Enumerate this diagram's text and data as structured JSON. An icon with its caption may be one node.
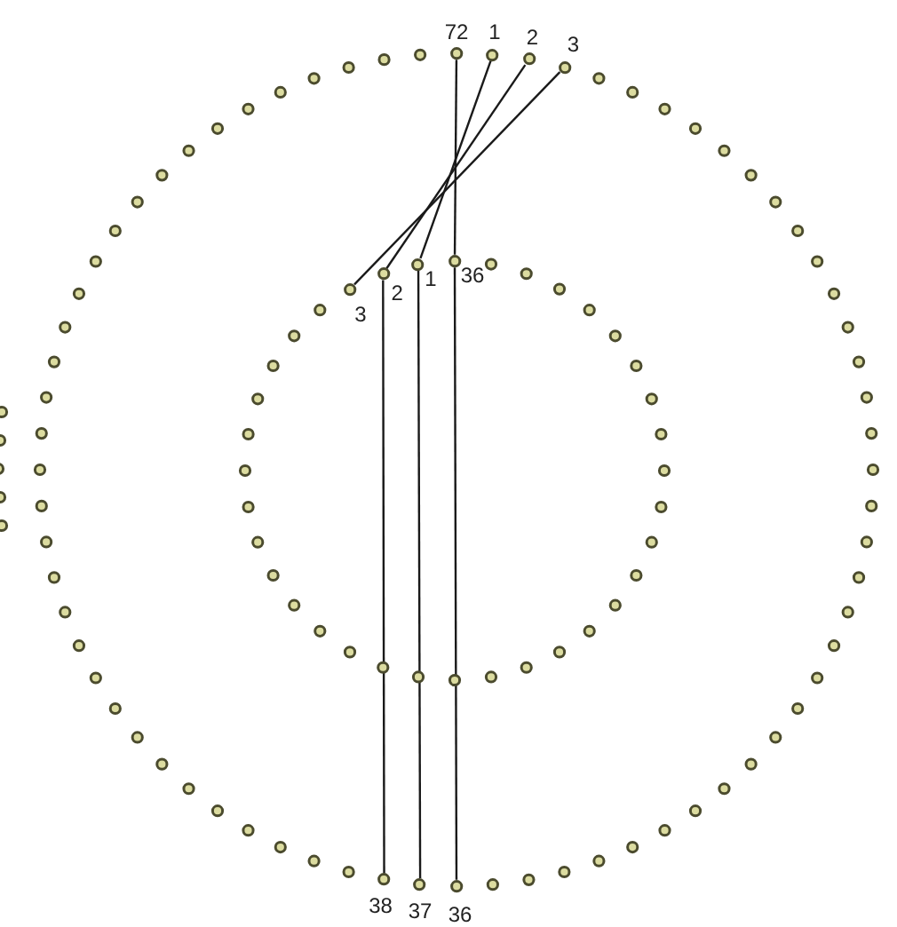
{
  "diagram": {
    "nodes": [
      {
        "text": [],
        "shape": "circle",
        "beside": [
          "72"
        ]
      },
      {
        "text": [],
        "shape": "circle",
        "beside": [
          "1"
        ]
      },
      {
        "text": [],
        "shape": "circle",
        "beside": [
          "2"
        ]
      },
      {
        "text": [],
        "shape": "circle",
        "beside": [
          "3"
        ]
      },
      {
        "text": [],
        "shape": "circle",
        "beside": [
          "3"
        ]
      },
      {
        "text": [],
        "shape": "circle",
        "beside": [
          "2"
        ]
      },
      {
        "text": [],
        "shape": "circle",
        "beside": [
          "1"
        ]
      },
      {
        "text": [],
        "shape": "circle",
        "beside": [
          "36"
        ]
      },
      {
        "text": [],
        "shape": "circle",
        "beside": [
          "38"
        ]
      },
      {
        "text": [],
        "shape": "circle",
        "beside": [
          "37"
        ]
      },
      {
        "text": [],
        "shape": "circle",
        "beside": [
          "36"
        ]
      }
    ],
    "edges": [
      {
        "from": 0,
        "to": 7,
        "arrow": "none"
      },
      {
        "from": 1,
        "to": 6,
        "arrow": "none"
      },
      {
        "from": 2,
        "to": 5,
        "arrow": "none"
      },
      {
        "from": 3,
        "to": 4,
        "arrow": "none"
      },
      {
        "from": 7,
        "to": 10,
        "arrow": "none"
      },
      {
        "from": 6,
        "to": 9,
        "arrow": "none"
      },
      {
        "from": 5,
        "to": 8,
        "arrow": "none"
      }
    ]
  }
}
